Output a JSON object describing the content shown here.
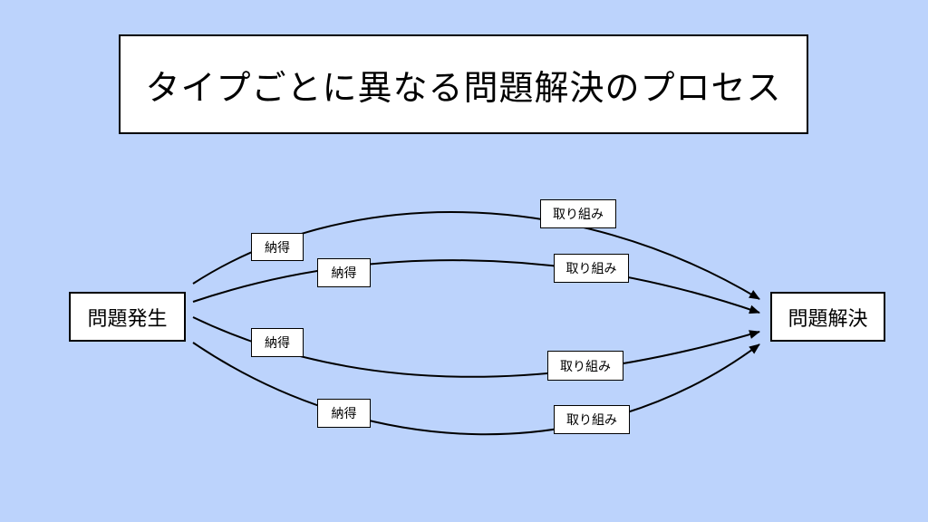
{
  "colors": {
    "background": "#bcd3fc",
    "box_fill": "#ffffff",
    "stroke": "#000000"
  },
  "title": "タイプごとに異なる問題解決のプロセス",
  "nodes": {
    "start": "問題発生",
    "end": "問題解決"
  },
  "paths": [
    {
      "accept_label": "納得",
      "action_label": "取り組み"
    },
    {
      "accept_label": "納得",
      "action_label": "取り組み"
    },
    {
      "accept_label": "納得",
      "action_label": "取り組み"
    },
    {
      "accept_label": "納得",
      "action_label": "取り組み"
    }
  ]
}
